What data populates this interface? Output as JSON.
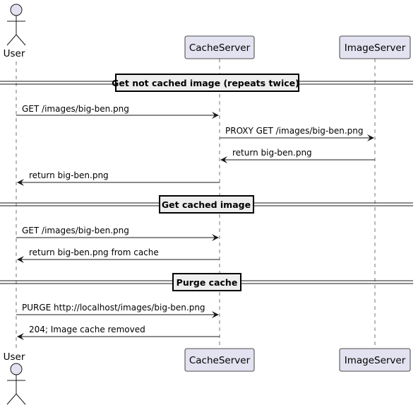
{
  "colors": {
    "participant_fill": "#E2E2F0",
    "participant_stroke": "#181818",
    "lifeline": "#181818",
    "divider_fill": "#EEEEEE",
    "line": "#181818"
  },
  "participants": [
    {
      "id": "user",
      "label": "User",
      "kind": "actor"
    },
    {
      "id": "cache",
      "label": "CacheServer",
      "kind": "participant"
    },
    {
      "id": "image",
      "label": "ImageServer",
      "kind": "participant"
    }
  ],
  "dividers": [
    {
      "label": "Get not cached image (repeats twice)"
    },
    {
      "label": "Get cached image"
    },
    {
      "label": "Purge cache"
    }
  ],
  "messages": [
    {
      "from": "user",
      "to": "cache",
      "label": "GET /images/big-ben.png"
    },
    {
      "from": "cache",
      "to": "image",
      "label": "PROXY GET /images/big-ben.png"
    },
    {
      "from": "image",
      "to": "cache",
      "label": "return big-ben.png"
    },
    {
      "from": "cache",
      "to": "user",
      "label": "return big-ben.png"
    },
    {
      "from": "user",
      "to": "cache",
      "label": "GET /images/big-ben.png"
    },
    {
      "from": "cache",
      "to": "user",
      "label": "return big-ben.png from cache"
    },
    {
      "from": "user",
      "to": "cache",
      "label": "PURGE http://localhost/images/big-ben.png"
    },
    {
      "from": "cache",
      "to": "user",
      "label": "204; Image cache removed"
    }
  ]
}
